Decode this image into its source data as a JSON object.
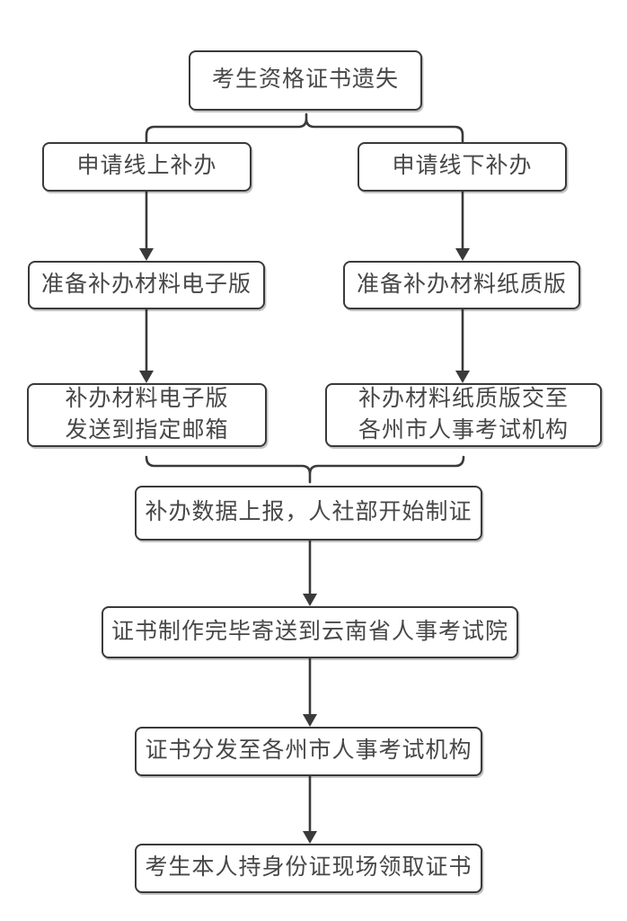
{
  "flowchart": {
    "nodes": {
      "start": {
        "label": "考生资格证书遗失"
      },
      "apply_online": {
        "label": "申请线上补办"
      },
      "apply_offline": {
        "label": "申请线下补办"
      },
      "prepare_electronic": {
        "label": "准备补办材料电子版"
      },
      "prepare_paper": {
        "label": "准备补办材料纸质版"
      },
      "send_email": {
        "label": "补办材料电子版\n发送到指定邮箱"
      },
      "submit_paper": {
        "label": "补办材料纸质版交至\n各州市人事考试机构"
      },
      "report_data": {
        "label": "补办数据上报，人社部开始制证"
      },
      "certificate_made": {
        "label": "证书制作完毕寄送到云南省人事考试院"
      },
      "distribute": {
        "label": "证书分发至各州市人事考试机构"
      },
      "collect": {
        "label": "考生本人持身份证现场领取证书"
      }
    },
    "edges": [
      {
        "from": "start",
        "to": "apply_online",
        "style": "brace-split"
      },
      {
        "from": "start",
        "to": "apply_offline",
        "style": "brace-split"
      },
      {
        "from": "apply_online",
        "to": "prepare_electronic",
        "style": "arrow"
      },
      {
        "from": "apply_offline",
        "to": "prepare_paper",
        "style": "arrow"
      },
      {
        "from": "prepare_electronic",
        "to": "send_email",
        "style": "arrow"
      },
      {
        "from": "prepare_paper",
        "to": "submit_paper",
        "style": "arrow"
      },
      {
        "from": "send_email",
        "to": "report_data",
        "style": "brace-merge"
      },
      {
        "from": "submit_paper",
        "to": "report_data",
        "style": "brace-merge"
      },
      {
        "from": "report_data",
        "to": "certificate_made",
        "style": "arrow"
      },
      {
        "from": "certificate_made",
        "to": "distribute",
        "style": "arrow"
      },
      {
        "from": "distribute",
        "to": "collect",
        "style": "arrow"
      }
    ],
    "colors": {
      "stroke": "#3a3a3a",
      "text": "#474747",
      "node_background": "#ffffff",
      "page_background": "#ffffff"
    }
  }
}
